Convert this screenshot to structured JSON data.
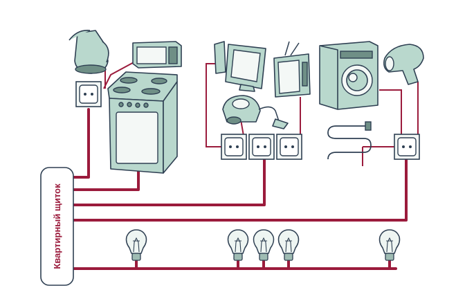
{
  "panel": {
    "label": "Квартирный щиток"
  },
  "colors": {
    "wire": "#9b1b3c",
    "appliance_fill": "#b9d8cd",
    "outline": "#2e3f52",
    "background": "#ffffff"
  },
  "appliances": [
    {
      "id": "kettle",
      "icon": "electric-kettle-icon"
    },
    {
      "id": "microwave",
      "icon": "microwave-icon"
    },
    {
      "id": "stove",
      "icon": "electric-stove-icon"
    },
    {
      "id": "monitor",
      "icon": "computer-monitor-icon"
    },
    {
      "id": "tv",
      "icon": "television-icon"
    },
    {
      "id": "vacuum",
      "icon": "vacuum-cleaner-icon"
    },
    {
      "id": "washing-machine",
      "icon": "washing-machine-icon"
    },
    {
      "id": "hair-dryer",
      "icon": "hair-dryer-icon"
    },
    {
      "id": "towel-warmer",
      "icon": "heated-towel-rail-icon"
    }
  ],
  "sockets_count": 5,
  "bulbs_count": 5
}
